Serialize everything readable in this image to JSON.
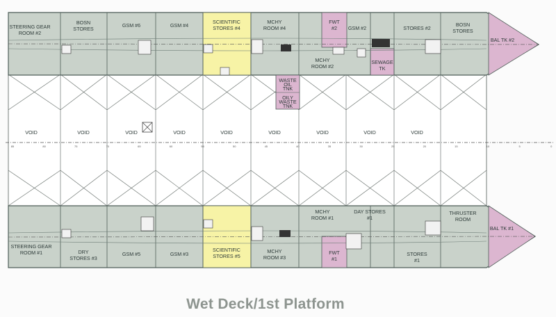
{
  "title": "Wet Deck/1st Platform",
  "colors": {
    "hull": "#c9d2ca",
    "hull_stroke": "#4e5d58",
    "scientific": "#f7f3a6",
    "tank": "#dcb6d0",
    "void_bg": "#ffffff"
  },
  "starboard_hull": {
    "rooms": [
      "STEERING GEAR ROOM #2",
      "BOSN STORES",
      "GSM #6",
      "GSM #4",
      "SCIENTIFIC STORES #4",
      "MCHY ROOM #4",
      "FWT #2",
      "GSM #2",
      "STORES #2",
      "BOSN STORES",
      "BAL TK #2",
      "MCHY ROOM #2",
      "SEWAGE TK"
    ]
  },
  "center_tanks": [
    "WASTE OIL TNK",
    "OILY WASTE TNK"
  ],
  "void_spaces": [
    "VOID",
    "VOID",
    "VOID",
    "VOID",
    "VOID",
    "VOID",
    "VOID",
    "VOID",
    "VOID"
  ],
  "frame_numbers": [
    "85",
    "80",
    "75",
    "70",
    "65",
    "60",
    "55",
    "50",
    "45",
    "40",
    "35",
    "30",
    "25",
    "20",
    "15",
    "10",
    "5",
    "0"
  ],
  "port_hull": {
    "rooms": [
      "STEERING GEAR ROOM #1",
      "DRY STORES #3",
      "GSM #5",
      "GSM #3",
      "SCIENTIFIC STORES #5",
      "MCHY ROOM #3",
      "MCHY ROOM #1",
      "DAY STORES #1",
      "FWT #1",
      "STORES #1",
      "THRUSTER ROOM",
      "BAL TK #1"
    ]
  }
}
